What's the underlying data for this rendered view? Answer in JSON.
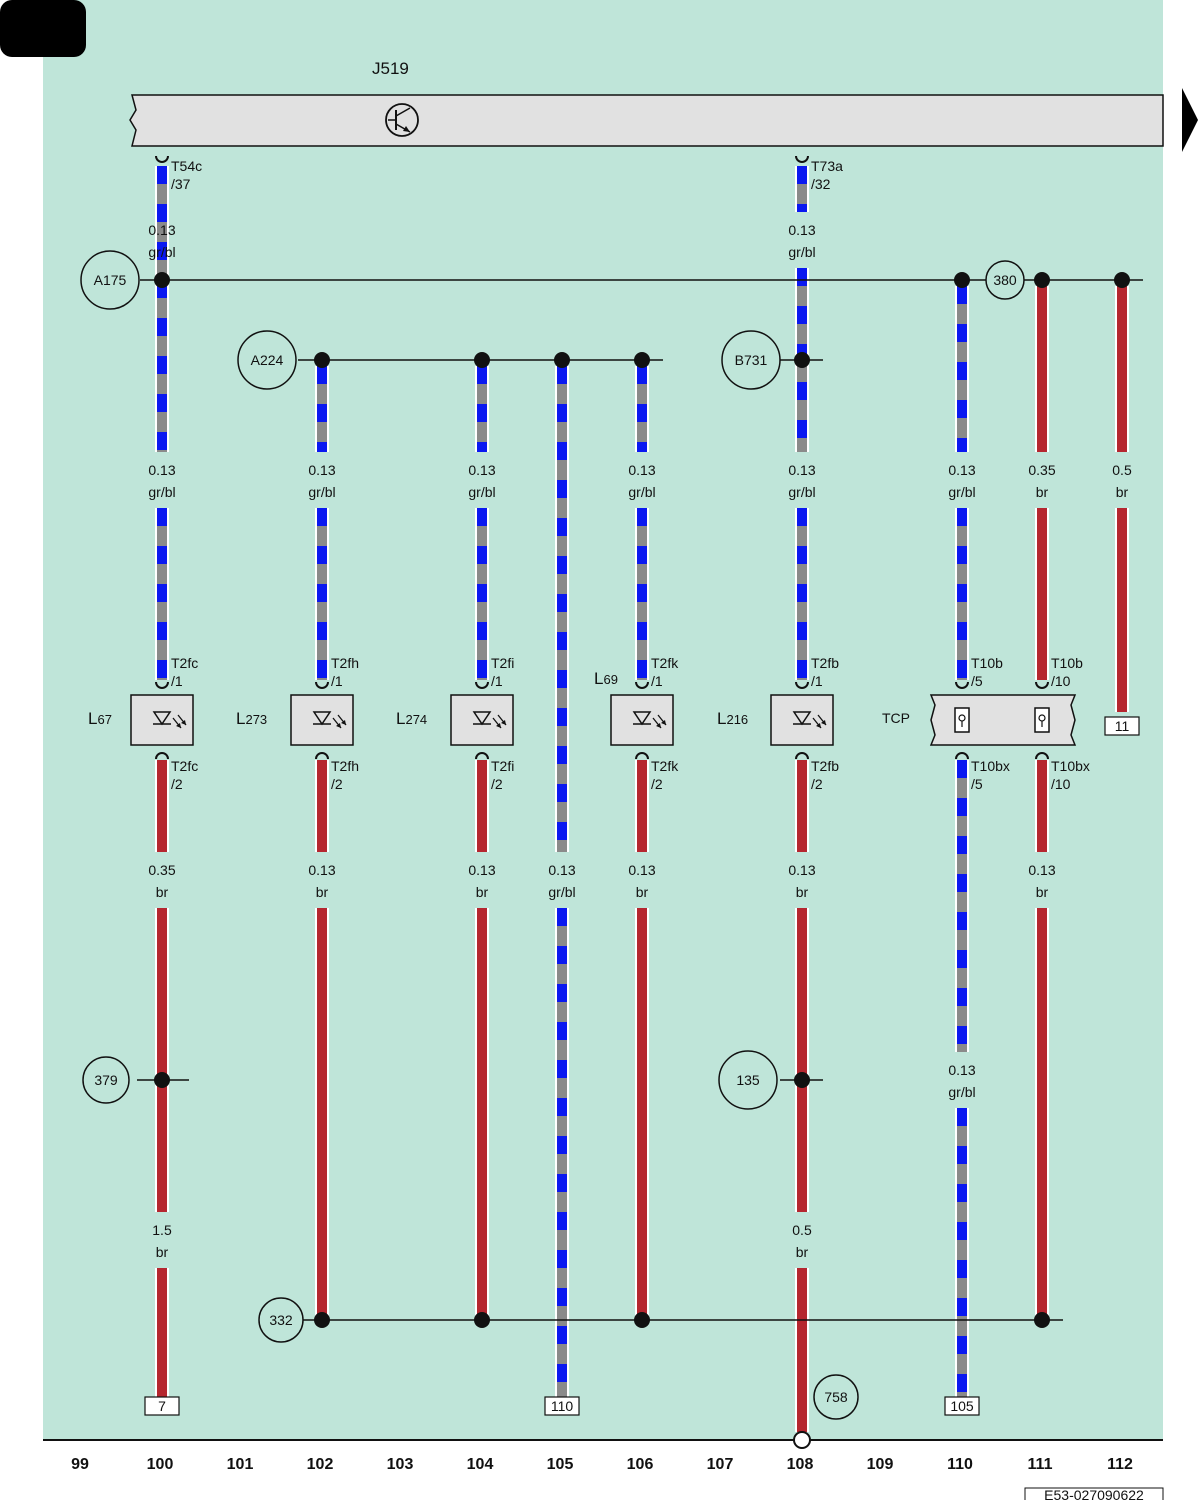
{
  "page": {
    "control_unit": "J519",
    "drawing_id": "E53-027090622"
  },
  "columns": [
    "99",
    "100",
    "101",
    "102",
    "103",
    "104",
    "105",
    "106",
    "107",
    "108",
    "109",
    "110",
    "111",
    "112"
  ],
  "connectors_top": [
    {
      "id": "T54c",
      "pin": "/37"
    },
    {
      "id": "T73a",
      "pin": "/32"
    }
  ],
  "connection_points": [
    "A175",
    "380",
    "A224",
    "B731",
    "379",
    "135",
    "332",
    "758"
  ],
  "components": [
    {
      "name": "L",
      "sub": "67",
      "top_conn": "T2fc",
      "top_pin": "/1",
      "bot_conn": "T2fc",
      "bot_pin": "/2"
    },
    {
      "name": "L",
      "sub": "273",
      "top_conn": "T2fh",
      "top_pin": "/1",
      "bot_conn": "T2fh",
      "bot_pin": "/2"
    },
    {
      "name": "L",
      "sub": "274",
      "top_conn": "T2fi",
      "top_pin": "/1",
      "bot_conn": "T2fi",
      "bot_pin": "/2"
    },
    {
      "name": "L",
      "sub": "69",
      "top_conn": "T2fk",
      "top_pin": "/1",
      "bot_conn": "T2fk",
      "bot_pin": "/2"
    },
    {
      "name": "L",
      "sub": "216",
      "top_conn": "T2fb",
      "top_pin": "/1",
      "bot_conn": "T2fb",
      "bot_pin": "/2"
    },
    {
      "name": "TCP",
      "sub": "",
      "top_conn": "T10b",
      "top_pin": "/5",
      "bot_conn": "T10bx",
      "bot_pin": "/5"
    },
    {
      "name": "",
      "sub": "",
      "top_conn": "T10b",
      "top_pin": "/10",
      "bot_conn": "T10bx",
      "bot_pin": "/10"
    }
  ],
  "wire_labels": [
    {
      "size": "0.13",
      "color": "gr/bl"
    },
    {
      "size": "0.13",
      "color": "gr/bl"
    },
    {
      "size": "0.13",
      "color": "gr/bl"
    },
    {
      "size": "0.13",
      "color": "gr/bl"
    },
    {
      "size": "0.13",
      "color": "gr/bl"
    },
    {
      "size": "0.13",
      "color": "gr/bl"
    },
    {
      "size": "0.13",
      "color": "gr/bl"
    },
    {
      "size": "0.13",
      "color": "gr/bl"
    },
    {
      "size": "0.35",
      "color": "br"
    },
    {
      "size": "0.5",
      "color": "br"
    },
    {
      "size": "0.35",
      "color": "br"
    },
    {
      "size": "0.13",
      "color": "br"
    },
    {
      "size": "0.13",
      "color": "br"
    },
    {
      "size": "0.13",
      "color": "gr/bl"
    },
    {
      "size": "0.13",
      "color": "br"
    },
    {
      "size": "0.13",
      "color": "br"
    },
    {
      "size": "0.13",
      "color": "br"
    },
    {
      "size": "1.5",
      "color": "br"
    },
    {
      "size": "0.5",
      "color": "br"
    },
    {
      "size": "0.13",
      "color": "gr/bl"
    }
  ],
  "references": [
    "7",
    "110",
    "105",
    "11"
  ],
  "colors": {
    "background": "#bfe5d9",
    "bar": "#e1e1e1",
    "wire_brown": "#b5272f",
    "wire_grey": "#8a8a8a",
    "wire_blue": "#0a18f0"
  }
}
